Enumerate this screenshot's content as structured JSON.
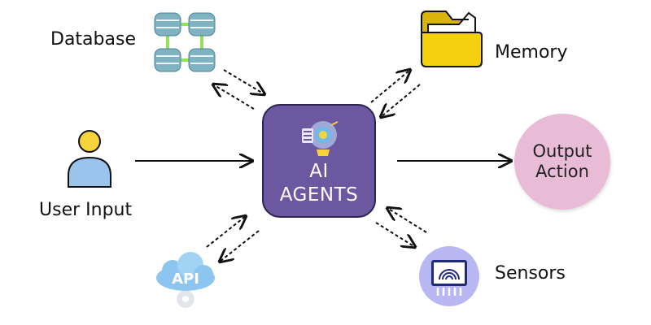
{
  "nodes": {
    "database": {
      "label": "Database"
    },
    "memory": {
      "label": "Memory"
    },
    "user_input": {
      "label": "User Input"
    },
    "center": {
      "line1": "AI",
      "line2": "AGENTS"
    },
    "output": {
      "line1": "Output",
      "line2": "Action"
    },
    "api": {
      "label": "API"
    },
    "sensors": {
      "label": "Sensors"
    }
  },
  "icons": {
    "database": "database-network-icon",
    "memory": "folder-icon",
    "user_input": "user-icon",
    "center": "robot-brain-icon",
    "api": "api-cloud-icon",
    "sensors": "sensor-chip-icon"
  },
  "colors": {
    "center_fill": "#6b58a1",
    "output_fill": "#e8bcd6",
    "database": "#7fb3c2",
    "folder": "#f5d00e",
    "user_head": "#f5d33b",
    "user_body": "#9bc4ec",
    "api_cloud": "#8cc6f0",
    "sensor_circle": "#b8b7f4"
  }
}
